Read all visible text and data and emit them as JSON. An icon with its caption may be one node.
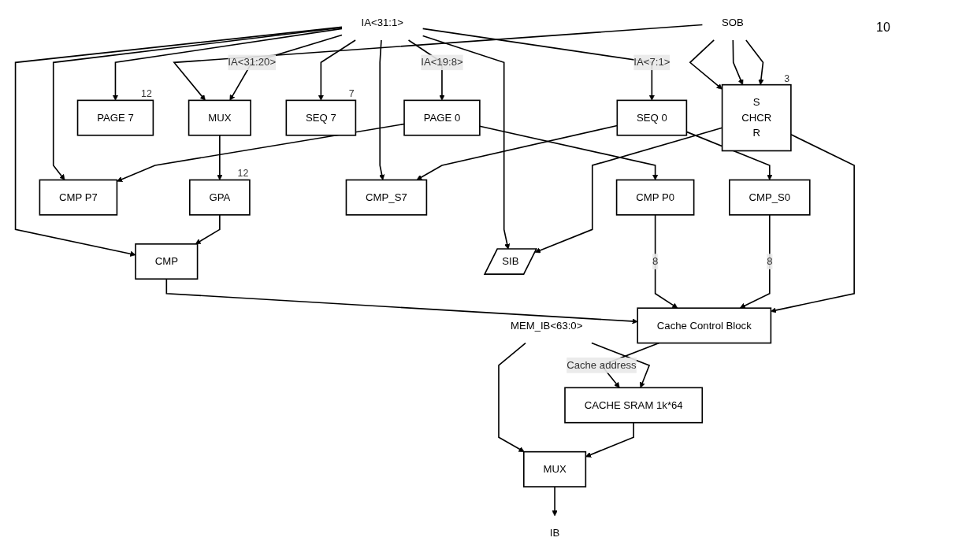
{
  "diagram": {
    "nodes": [
      {
        "text": [
          "SOB"
        ]
      },
      {
        "text": [
          "IA<31:1>"
        ]
      },
      {
        "text": [
          "MEM_IB<63:0>"
        ]
      },
      {
        "text": [
          "S",
          "CHCR",
          "R"
        ],
        "beside": [
          "3"
        ]
      },
      {
        "text": [
          "MUX"
        ]
      },
      {
        "text": [
          "GPA"
        ],
        "beside": [
          "12"
        ]
      },
      {
        "text": [
          "PAGE 7"
        ],
        "beside": [
          "12"
        ]
      },
      {
        "text": [
          "PAGE 0"
        ]
      },
      {
        "text": [
          "SEQ 7"
        ],
        "beside": [
          "7"
        ]
      },
      {
        "text": [
          "SEQ 0"
        ]
      },
      {
        "text": [
          "CMP"
        ]
      },
      {
        "text": [
          "CMP P7"
        ]
      },
      {
        "text": [
          "CMP P0"
        ]
      },
      {
        "text": [
          "CMP_S7"
        ]
      },
      {
        "text": [
          "CMP_S0"
        ]
      },
      {
        "text": [
          "Cache Control Block"
        ]
      },
      {
        "text": [
          "CACHE SRAM 1k*64"
        ]
      },
      {
        "text": [
          "SIB"
        ]
      },
      {
        "text": [
          "MUX"
        ]
      },
      {
        "text": [
          "IB"
        ]
      }
    ],
    "edges": [
      {
        "from": 0,
        "to": 3,
        "arrow": "to"
      },
      {
        "from": 0,
        "to": 3,
        "arrow": "to"
      },
      {
        "from": 0,
        "to": 3,
        "arrow": "to"
      },
      {
        "from": 0,
        "to": 4,
        "arrow": "to"
      },
      {
        "from": 1,
        "to": 4,
        "label": "IA<31:20>",
        "arrow": "to"
      },
      {
        "from": 1,
        "to": 10,
        "arrow": "to"
      },
      {
        "from": 1,
        "to": 17,
        "arrow": "to"
      },
      {
        "from": 1,
        "to": 7,
        "label": "IA<19:8>",
        "arrow": "to"
      },
      {
        "from": 1,
        "to": 6,
        "arrow": "to"
      },
      {
        "from": 1,
        "to": 11,
        "arrow": "to"
      },
      {
        "from": 1,
        "to": 9,
        "label": "IA<7:1>",
        "arrow": "to"
      },
      {
        "from": 1,
        "to": 8,
        "arrow": "to"
      },
      {
        "from": 1,
        "to": 13,
        "arrow": "to"
      },
      {
        "from": 4,
        "to": 5,
        "arrow": "to"
      },
      {
        "from": 5,
        "to": 10,
        "arrow": "to"
      },
      {
        "from": 7,
        "to": 12,
        "arrow": "to"
      },
      {
        "from": 7,
        "to": 11,
        "arrow": "to"
      },
      {
        "from": 9,
        "to": 14,
        "arrow": "to"
      },
      {
        "from": 9,
        "to": 13,
        "arrow": "to"
      },
      {
        "from": 10,
        "to": 15,
        "arrow": "to"
      },
      {
        "from": 12,
        "to": 15,
        "label": "8",
        "arrow": "to"
      },
      {
        "from": 14,
        "to": 15,
        "label": "8",
        "arrow": "to"
      },
      {
        "from": 3,
        "to": 17,
        "arrow": "to"
      },
      {
        "from": 3,
        "to": 15,
        "arrow": "to"
      },
      {
        "from": 15,
        "to": 16,
        "label": "Cache address",
        "arrow": "to"
      },
      {
        "from": 2,
        "to": 16,
        "arrow": "to"
      },
      {
        "from": 2,
        "to": 18,
        "arrow": "to"
      },
      {
        "from": 16,
        "to": 18,
        "arrow": "to"
      },
      {
        "from": 18,
        "to": 19,
        "arrow": "to"
      }
    ],
    "labels": [
      "10"
    ]
  }
}
